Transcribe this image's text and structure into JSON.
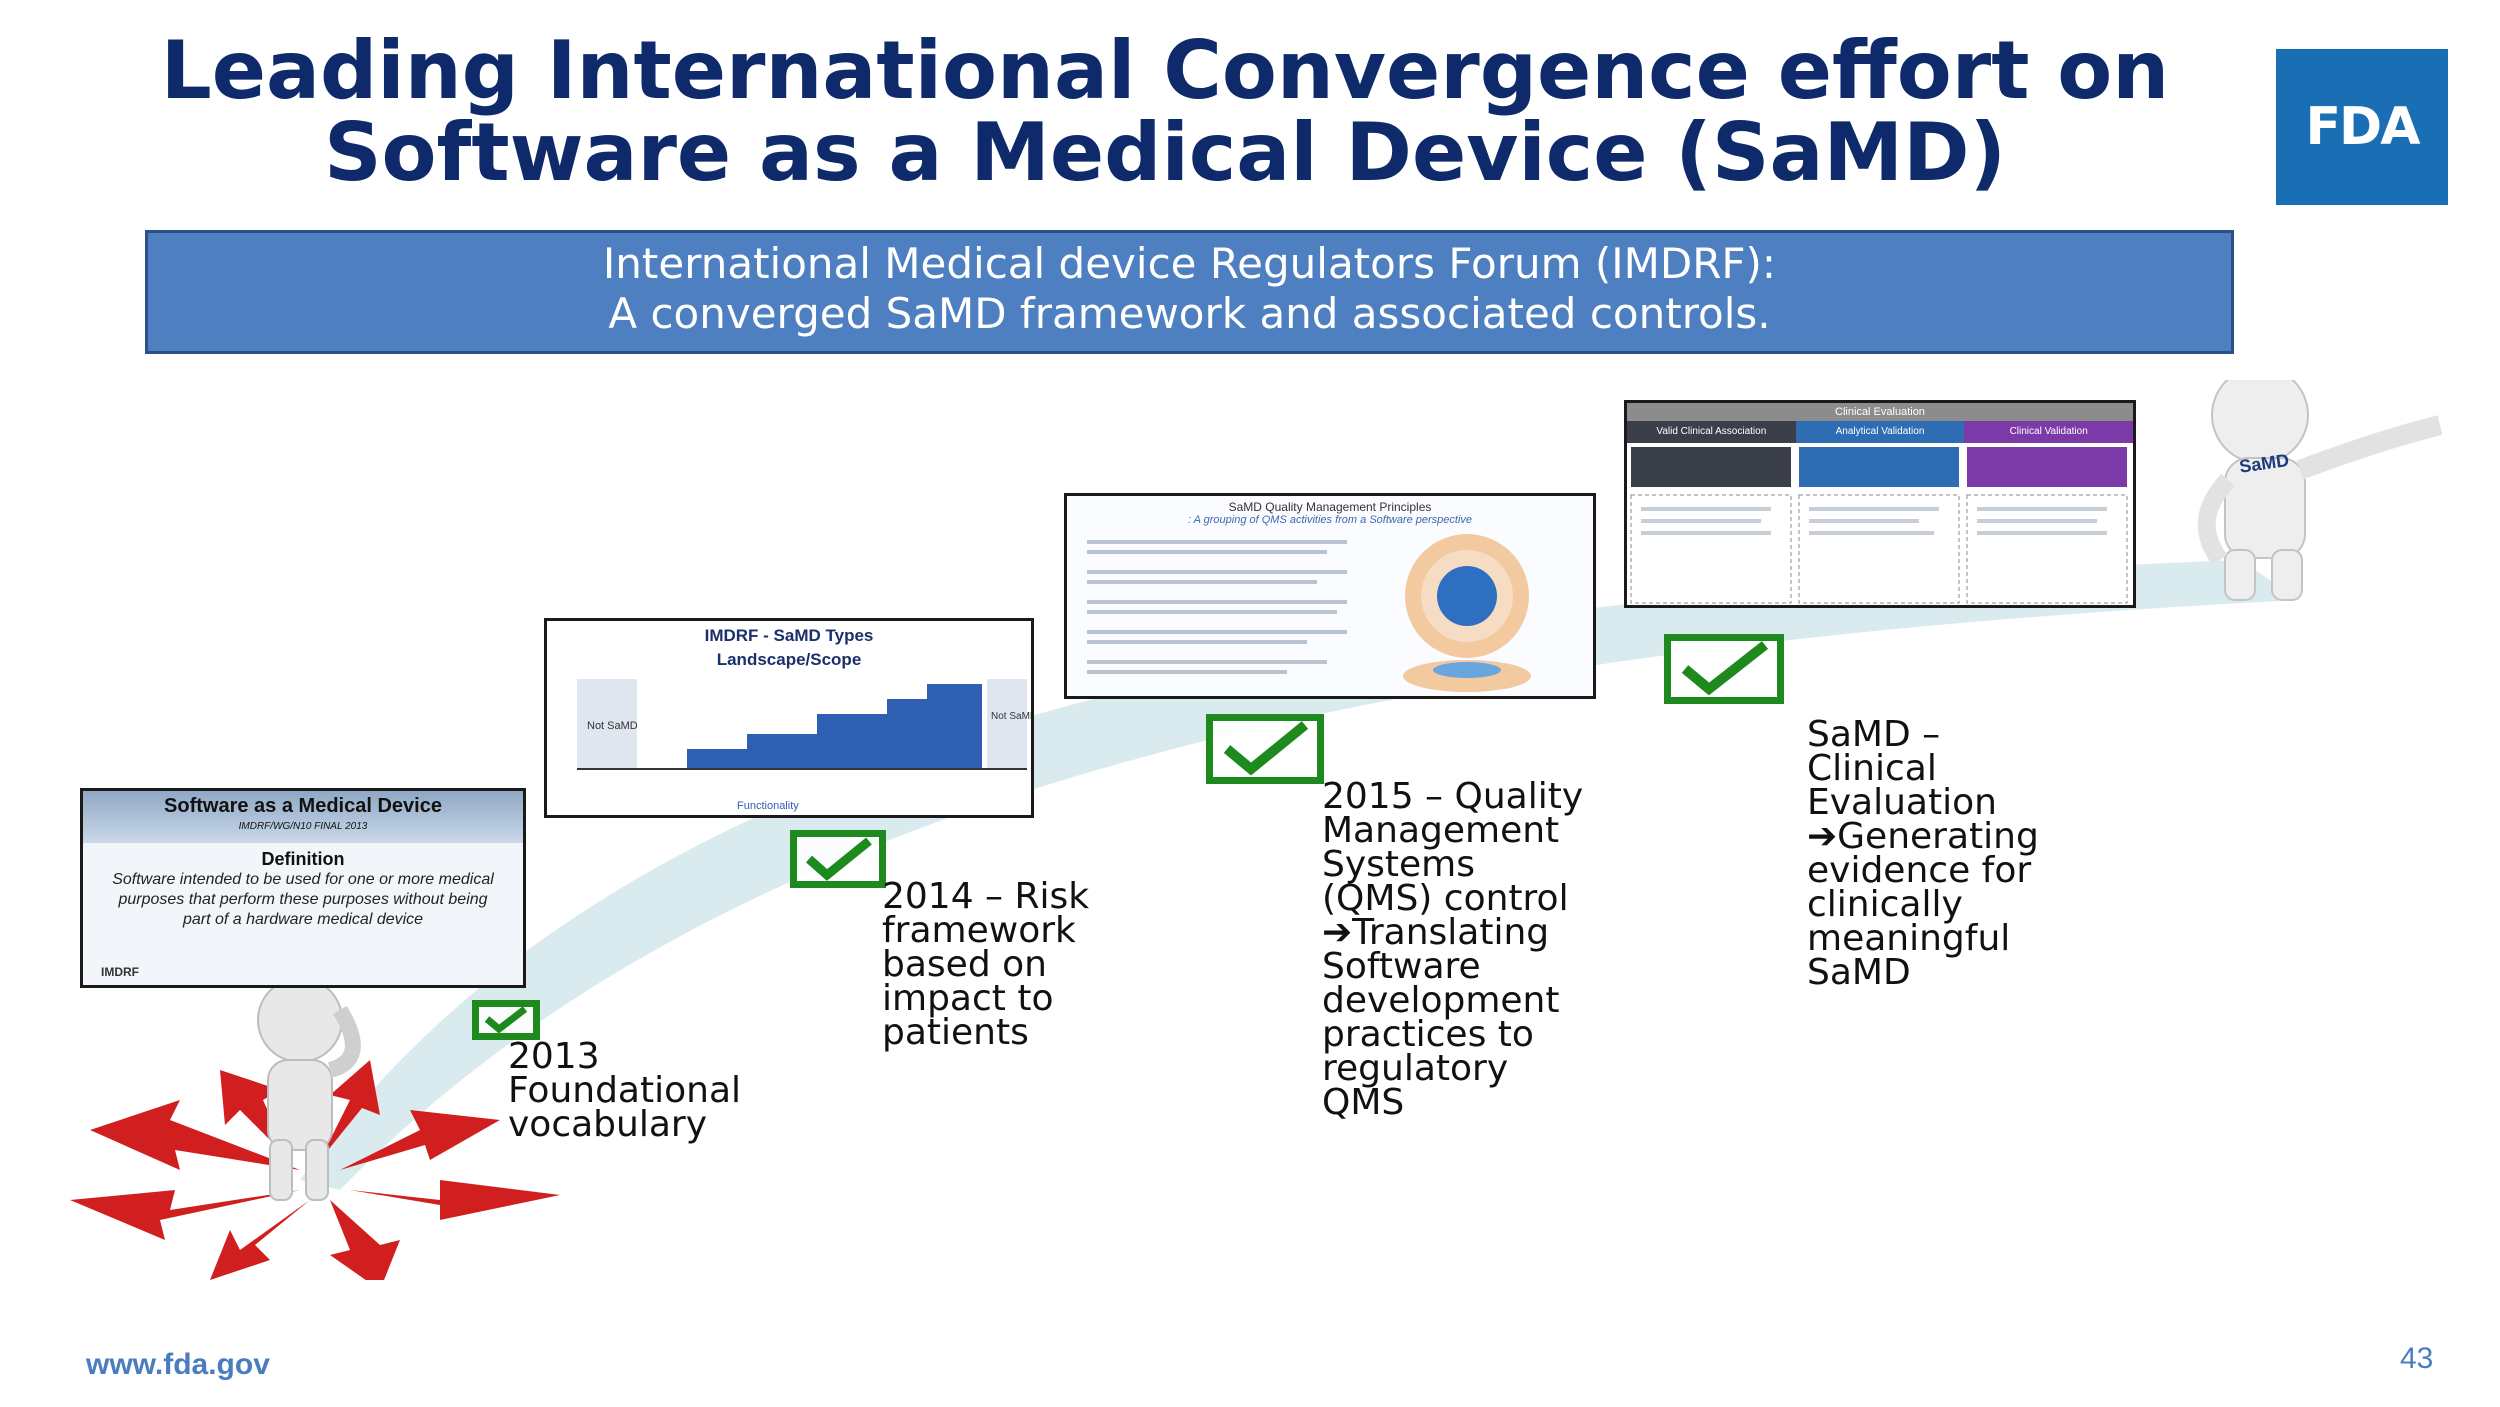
{
  "title": {
    "line1": "Leading International Convergence effort on",
    "line2": "Software as a Medical Device (SaMD)"
  },
  "logo": {
    "text": "FDA",
    "color": "#1a6fb4"
  },
  "banner": {
    "line1": "International Medical device Regulators Forum (IMDRF):",
    "line2": "A converged SaMD framework and associated controls."
  },
  "thumbnails": {
    "definition": {
      "header": "Software as a Medical Device",
      "subheader": "IMDRF/WG/N10 FINAL 2013",
      "title": "Definition",
      "body": "Software intended to be used for one or more medical purposes that perform these purposes without being part of a hardware medical device",
      "org": "IMDRF"
    },
    "types": {
      "title_line1": "IMDRF - SaMD Types",
      "title_line2": "Landscape/Scope",
      "left_label": "Not SaMD",
      "right_label": "Not SaMD",
      "axis_label": "Functionality"
    },
    "qms": {
      "title": "SaMD Quality Management Principles",
      "subtitle": ": A grouping of QMS activities from a Software perspective"
    },
    "clinical": {
      "title": "Clinical Evaluation",
      "col1": "Valid Clinical Association",
      "col2": "Analytical Validation",
      "col3": "Clinical Validation"
    }
  },
  "figure": {
    "shirt_label": "SaMD"
  },
  "milestones": {
    "m2013": "2013\nFoundational\nvocabulary",
    "m2014": "2014 – Risk\nframework\nbased on\nimpact to\npatients",
    "m2015": "2015 – Quality\nManagement\nSystems\n(QMS) control\n➔Translating\nSoftware\ndevelopment\npractices to\nregulatory\nQMS",
    "m2019": "SaMD –\nClinical\nEvaluation\n➔Generating\nevidence for\nclinically\nmeaningful\nSaMD"
  },
  "footer": {
    "url": "www.fda.gov",
    "page": "43"
  },
  "colors": {
    "title": "#0e2a6b",
    "banner": "#4e7fc0",
    "check": "#1e8a1e",
    "arrows": "#d11f1f",
    "path": "#cfe3ea"
  }
}
